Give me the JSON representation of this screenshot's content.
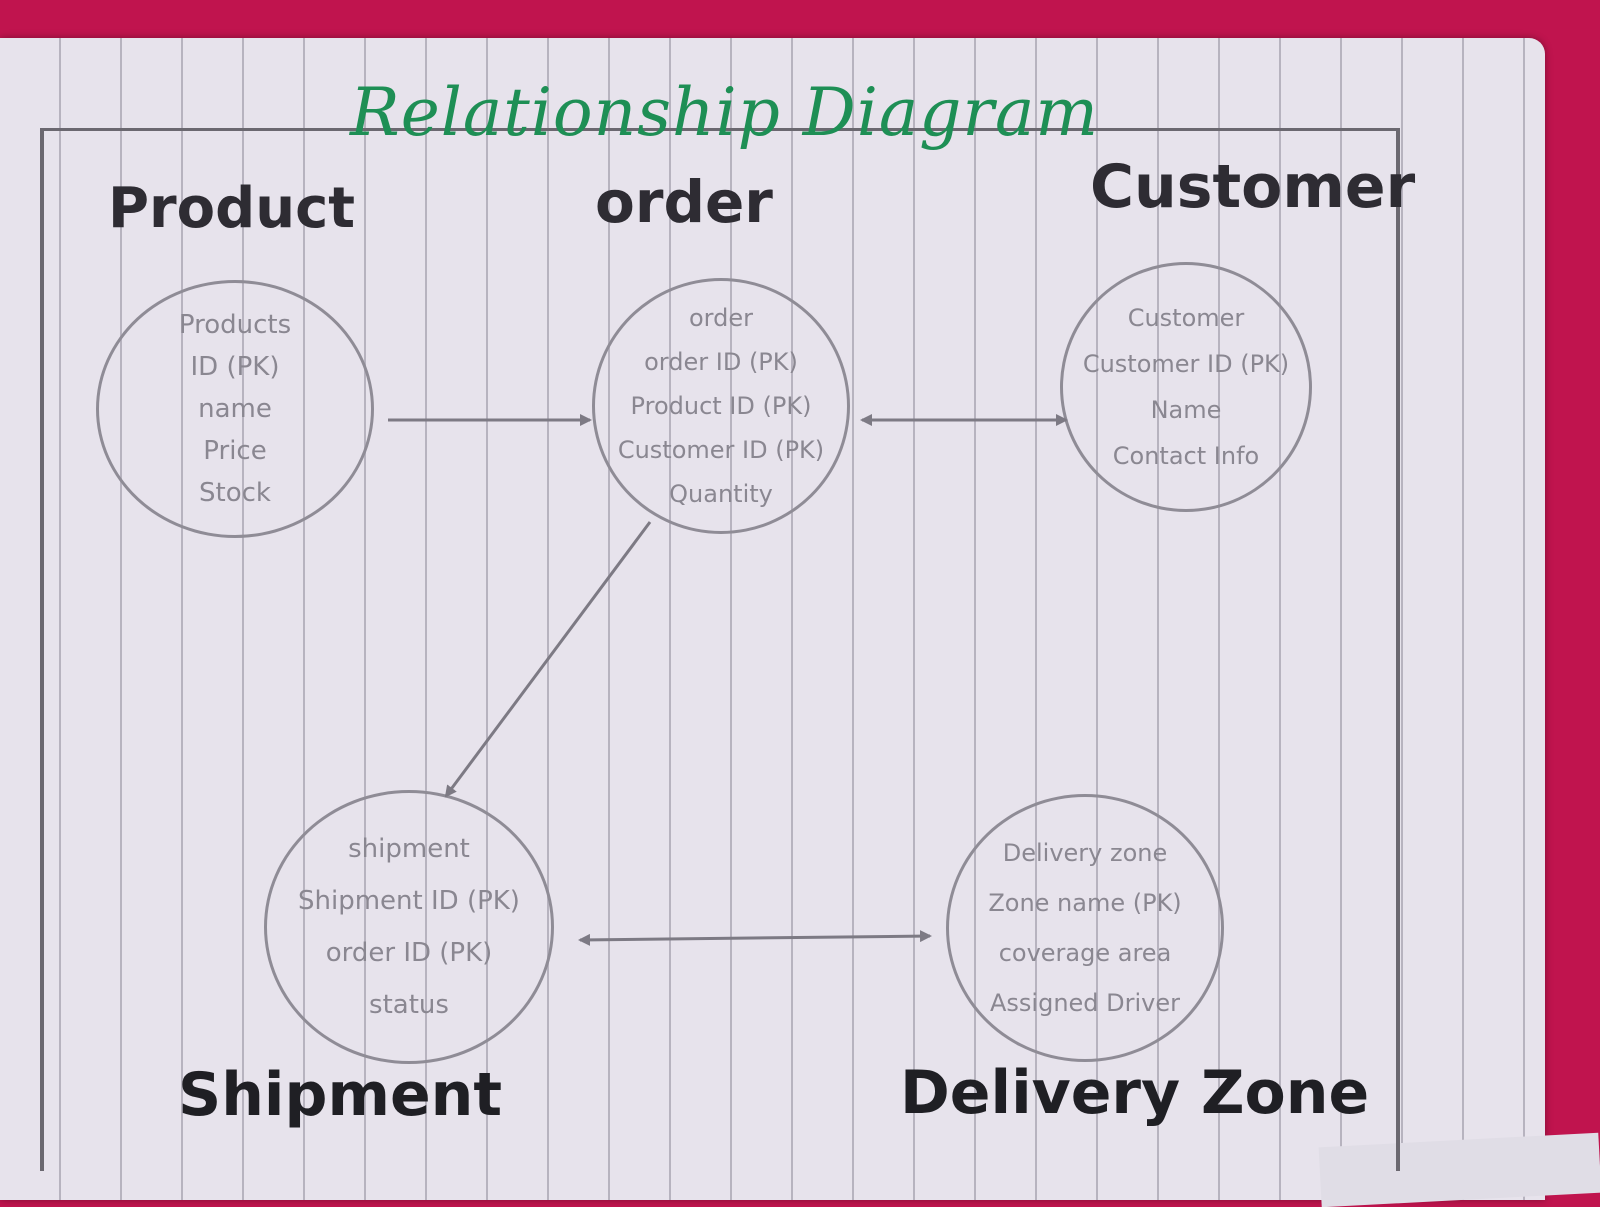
{
  "title": "Relationship Diagram",
  "entities": {
    "product": {
      "heading": "Product",
      "attributes": [
        "Products",
        "ID (PK)",
        "name",
        "Price",
        "Stock"
      ]
    },
    "order": {
      "heading": "order",
      "attributes": [
        "order",
        "order ID (PK)",
        "Product ID (PK)",
        "Customer ID (PK)",
        "Quantity"
      ]
    },
    "customer": {
      "heading": "Customer",
      "attributes": [
        "Customer",
        "Customer ID (PK)",
        "Name",
        "Contact Info"
      ]
    },
    "shipment": {
      "heading": "Shipment",
      "attributes": [
        "shipment",
        "Shipment ID (PK)",
        "order ID (PK)",
        "status"
      ]
    },
    "delivery_zone": {
      "heading": "Delivery Zone",
      "attributes": [
        "Delivery zone",
        "Zone name (PK)",
        "coverage area",
        "Assigned Driver"
      ]
    }
  },
  "relationships": [
    {
      "from": "product",
      "to": "order",
      "direction": "one-way"
    },
    {
      "from": "order",
      "to": "customer",
      "direction": "two-way"
    },
    {
      "from": "order",
      "to": "shipment",
      "direction": "one-way"
    },
    {
      "from": "shipment",
      "to": "delivery_zone",
      "direction": "two-way"
    }
  ],
  "colors": {
    "title": "#1e8f55",
    "ink": "#2e2c33",
    "pencil": "#8a8791",
    "background": "#c0144e",
    "paper": "#e7e3ec"
  }
}
